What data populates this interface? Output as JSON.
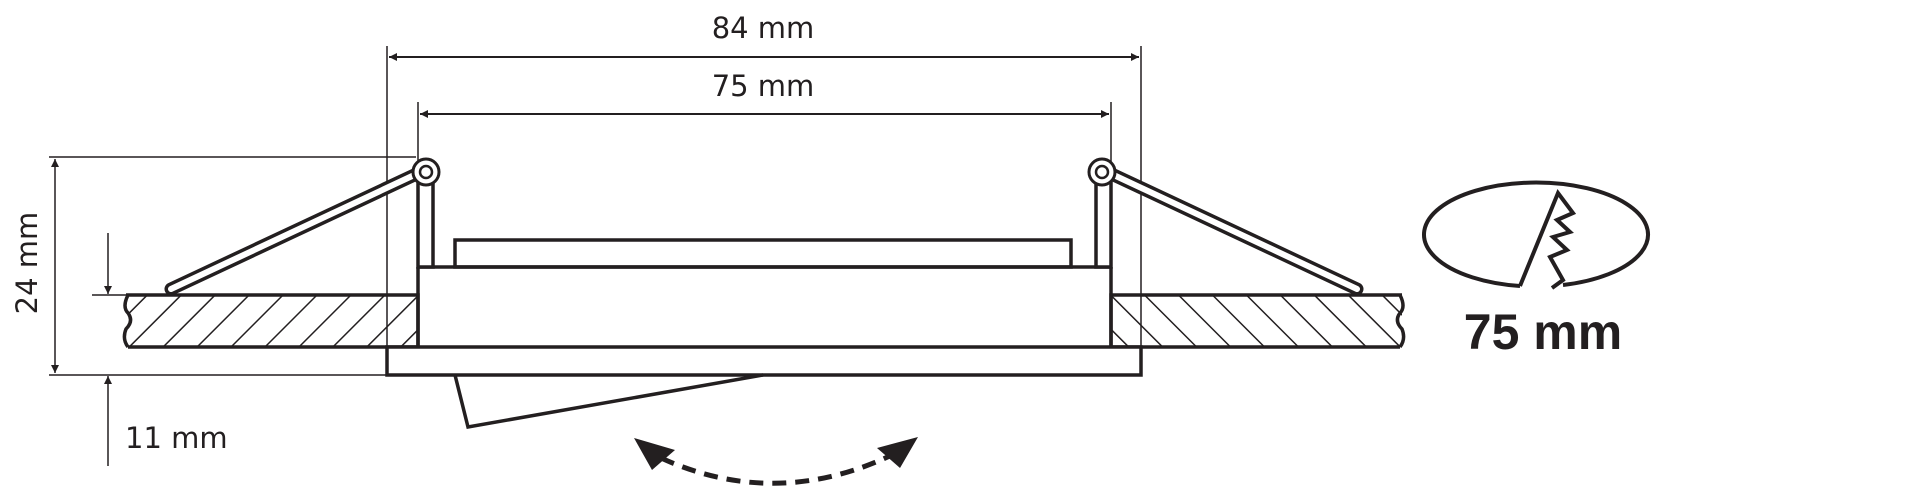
{
  "dimensions": {
    "outer_diameter": "84 mm",
    "inner_diameter": "75 mm",
    "height": "24 mm",
    "flange_depth": "11 mm"
  },
  "cutout_icon": {
    "label": "75 mm"
  },
  "colors": {
    "line": "#231f20",
    "background": "#ffffff"
  }
}
